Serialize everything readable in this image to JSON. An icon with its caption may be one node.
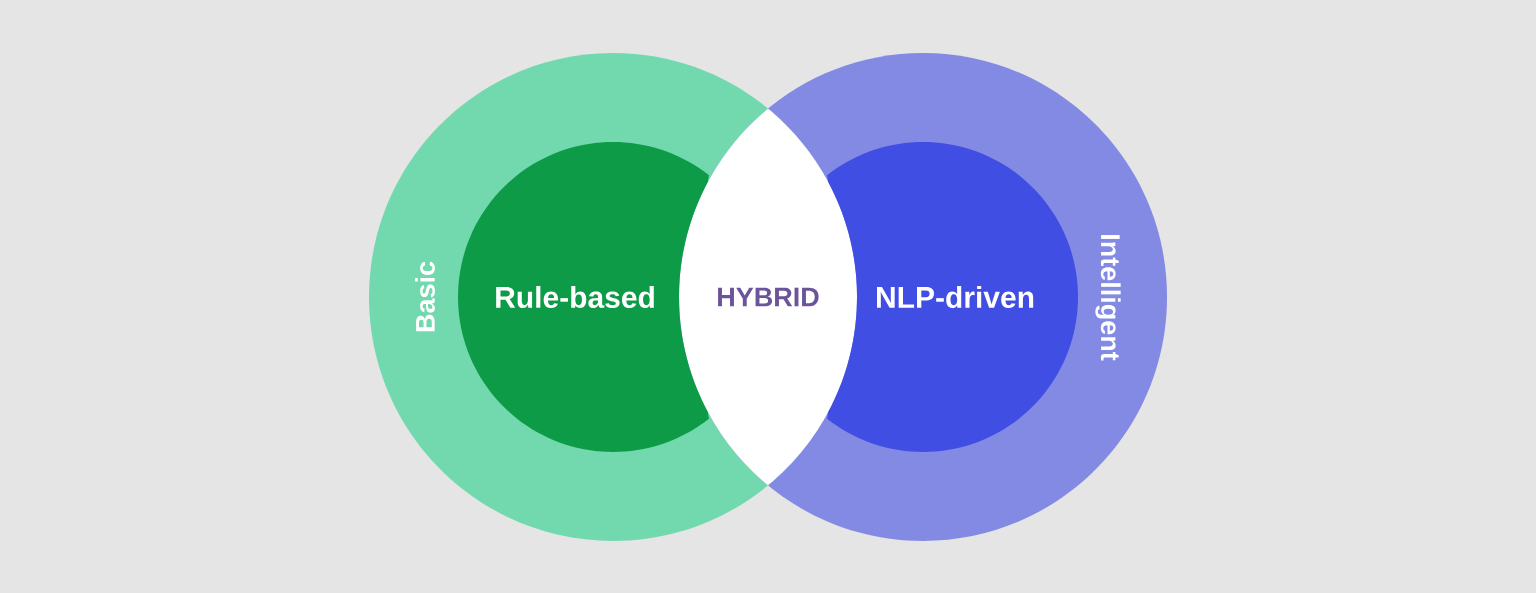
{
  "diagram": {
    "nodes": [
      {
        "text": [
          "Basic"
        ]
      },
      {
        "text": [
          "Rule-based"
        ],
        "in": 0
      },
      {
        "text": [
          "HYBRID"
        ]
      },
      {
        "text": [
          "Intelligent"
        ]
      },
      {
        "text": [
          "NLP-driven"
        ],
        "in": 3
      }
    ]
  }
}
